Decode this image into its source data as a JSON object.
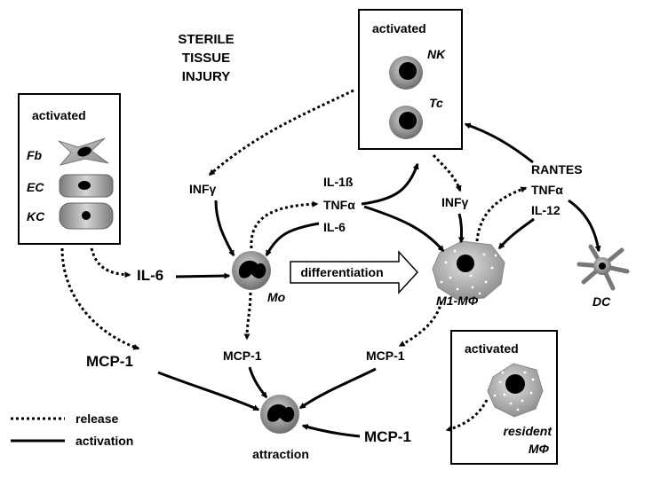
{
  "title": [
    "STERILE",
    "TISSUE",
    "INJURY"
  ],
  "left_box": {
    "heading": "activated",
    "cells": [
      "Fb",
      "EC",
      "KC"
    ]
  },
  "top_box": {
    "heading": "activated",
    "cells": [
      "NK",
      "Tc"
    ]
  },
  "resident_box": {
    "heading": "activated",
    "label_line1": "resident",
    "label_line2": "MΦ"
  },
  "mediators": {
    "infg_left": "INFγ",
    "infg_right": "INFγ",
    "il1b": "IL-1ß",
    "tnfa_mid": "TNFα",
    "il6_mid": "IL-6",
    "il6_left": "IL-6",
    "rantes": "RANTES",
    "tnfa_right": "TNFα",
    "il12": "IL-12",
    "mcp1_left": "MCP-1",
    "mcp1_mo": "MCP-1",
    "mcp1_m1": "MCP-1",
    "mcp1_bottom": "MCP-1"
  },
  "cells": {
    "mo": "Mo",
    "m1": "M1-MΦ",
    "dc": "DC",
    "attraction": "attraction"
  },
  "differentiation": "differentiation",
  "legend": {
    "release": "release",
    "activation": "activation"
  }
}
